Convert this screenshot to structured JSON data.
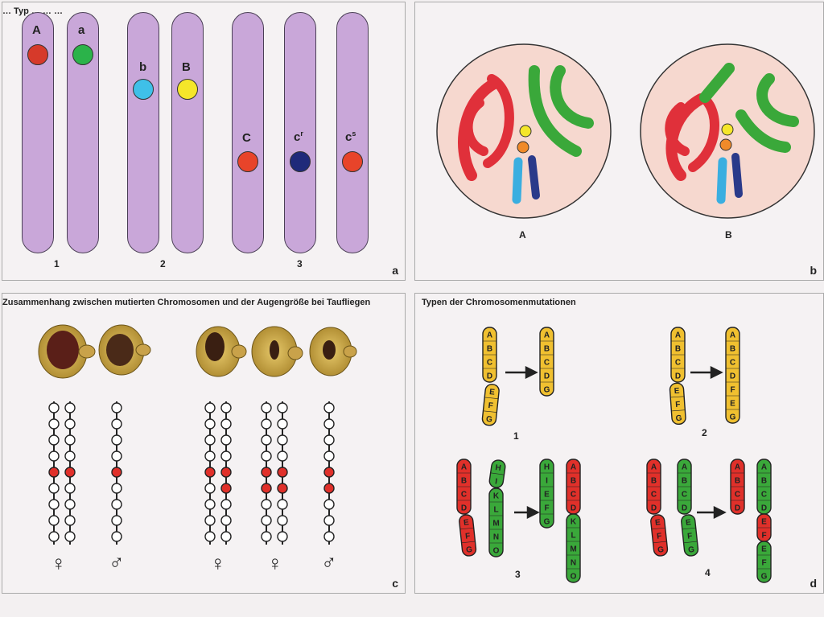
{
  "panel_a": {
    "title": "… Typ … …  …",
    "letter": "a",
    "group_numbers": [
      "1",
      "2",
      "3"
    ],
    "gene_labels": {
      "A": "A",
      "a": "a",
      "b": "b",
      "B": "B",
      "C": "C",
      "cr_base": "c",
      "cr_sup": "r",
      "cs_base": "c",
      "cs_sup": "s"
    },
    "colors": {
      "chromosome": "#c9a7d9",
      "A": "#d63a2a",
      "a": "#2bb34a",
      "b": "#3fc0e8",
      "B": "#f5e62a",
      "C": "#e8442a",
      "cr": "#1f2a7a",
      "cs": "#e8442a"
    }
  },
  "panel_b": {
    "title": "",
    "letter": "b",
    "cell_labels": [
      "A",
      "B"
    ],
    "colors": {
      "cell": "#f6d8cf",
      "red": "#e0303a",
      "green": "#3aa83a",
      "blue": "#3aaee0",
      "navy": "#2a3a8a",
      "yellow": "#f5e62a",
      "orange": "#f08a2a"
    }
  },
  "panel_c": {
    "title": "Zusammenhang zwischen mutierten Chromosomen und der Augengröße bei Taufliegen",
    "letter": "c",
    "sex_symbols": [
      "♀",
      "♂",
      "♀",
      "♀",
      "♂"
    ]
  },
  "panel_d": {
    "title": "Typen der Chromosomenmutationen",
    "letter": "d",
    "example_numbers": [
      "1",
      "2",
      "3",
      "4"
    ],
    "strips": {
      "s1_top": [
        "A",
        "B",
        "C",
        "D"
      ],
      "s1_bottom": [
        "E",
        "F",
        "G"
      ],
      "s1_result": [
        "A",
        "B",
        "C",
        "D",
        "G"
      ],
      "s2_top": [
        "A",
        "B",
        "C",
        "D"
      ],
      "s2_bottom": [
        "E",
        "F",
        "G"
      ],
      "s2_result": [
        "A",
        "B",
        "C",
        "D",
        "F",
        "E",
        "G"
      ],
      "s3_red_top": [
        "A",
        "B",
        "C",
        "D"
      ],
      "s3_red_bottom": [
        "E",
        "F",
        "G"
      ],
      "s3_green_top": [
        "H",
        "I"
      ],
      "s3_green_bottom": [
        "K",
        "L",
        "M",
        "N",
        "O"
      ],
      "s3_result1": [
        "H",
        "I",
        "E",
        "F",
        "G"
      ],
      "s3_result2_red": [
        "A",
        "B",
        "C",
        "D"
      ],
      "s3_result2_green": [
        "K",
        "L",
        "M",
        "N",
        "O"
      ],
      "s4_red_top": [
        "A",
        "B",
        "C",
        "D"
      ],
      "s4_red_bottom": [
        "E",
        "F",
        "G"
      ],
      "s4_green_top": [
        "A",
        "B",
        "C",
        "D"
      ],
      "s4_green_bottom": [
        "E",
        "F",
        "G"
      ],
      "s4_result1": [
        "A",
        "B",
        "C",
        "D"
      ],
      "s4_result2_green1": [
        "A",
        "B",
        "C",
        "D"
      ],
      "s4_result2_red": [
        "E",
        "F"
      ],
      "s4_result2_green2": [
        "E",
        "F",
        "G"
      ]
    },
    "colors": {
      "yellow": "#f0c030",
      "red": "#e0302a",
      "green": "#3aa83a"
    }
  }
}
